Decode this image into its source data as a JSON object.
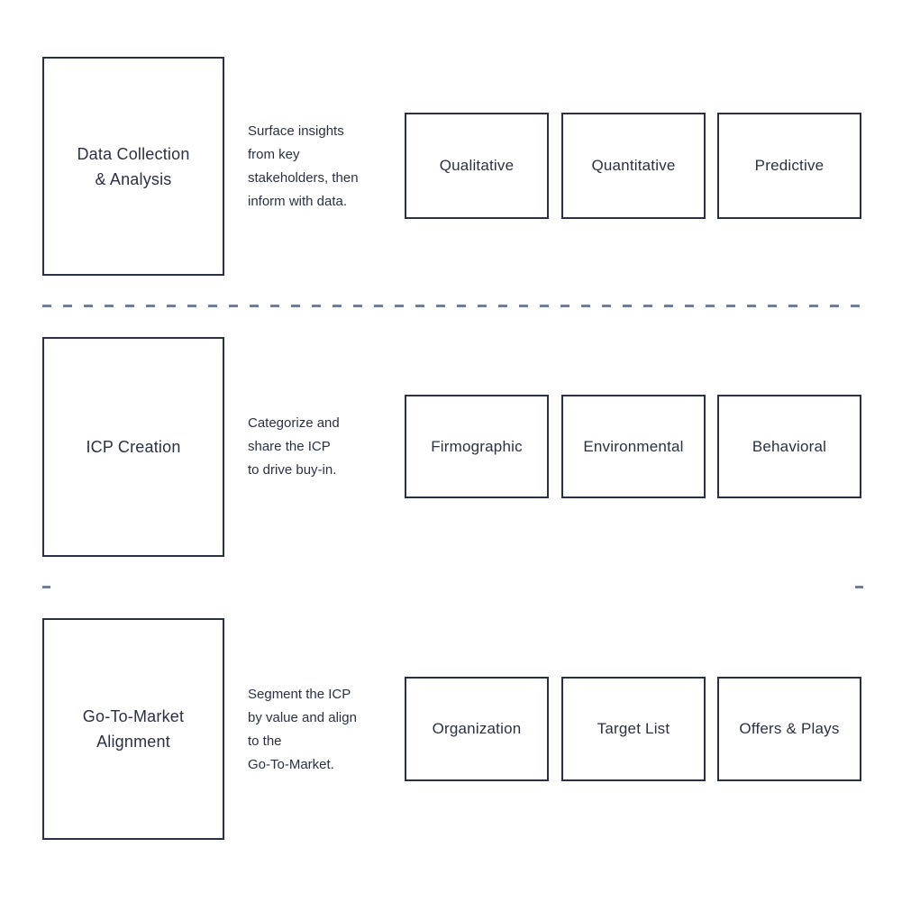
{
  "diagram": {
    "rows": [
      {
        "stage": "Data Collection\n& Analysis",
        "description": "Surface insights\nfrom key\nstakeholders, then\ninform with data.",
        "categories": [
          "Qualitative",
          "Quantitative",
          "Predictive"
        ]
      },
      {
        "stage": "ICP Creation",
        "description": "Categorize and\nshare the ICP\nto drive buy-in.",
        "categories": [
          "Firmographic",
          "Environmental",
          "Behavioral"
        ]
      },
      {
        "stage": "Go-To-Market\nAlignment",
        "description": "Segment the ICP\nby value and align\nto the\nGo-To-Market.",
        "categories": [
          "Organization",
          "Target List",
          "Offers & Plays"
        ]
      }
    ],
    "colors": {
      "box_border": "#2a3142",
      "text": "#2a3142",
      "separator_dash": "#6e7f99",
      "background": "#ffffff"
    }
  }
}
